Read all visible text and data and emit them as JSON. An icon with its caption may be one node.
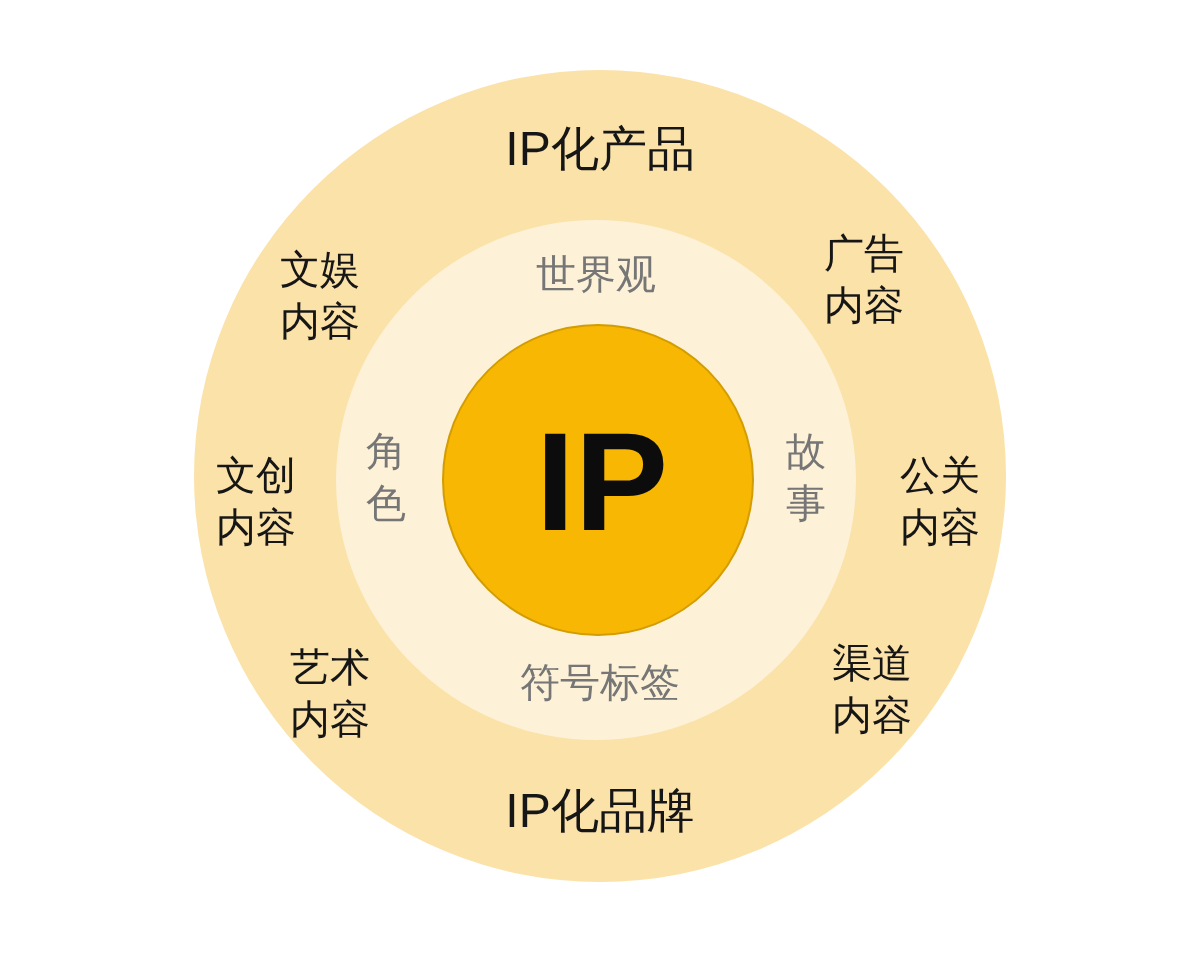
{
  "diagram": {
    "nodes": [
      {
        "text": [
          "IP化产品",
          "文娱内容",
          "广告内容",
          "文创内容",
          "公关内容",
          "艺术内容",
          "渠道内容",
          "IP化品牌"
        ]
      },
      {
        "text": [
          "世界观",
          "角色",
          "故事",
          "符号标签"
        ],
        "in": 0
      },
      {
        "text": [
          "IP"
        ],
        "in": 1
      }
    ]
  }
}
